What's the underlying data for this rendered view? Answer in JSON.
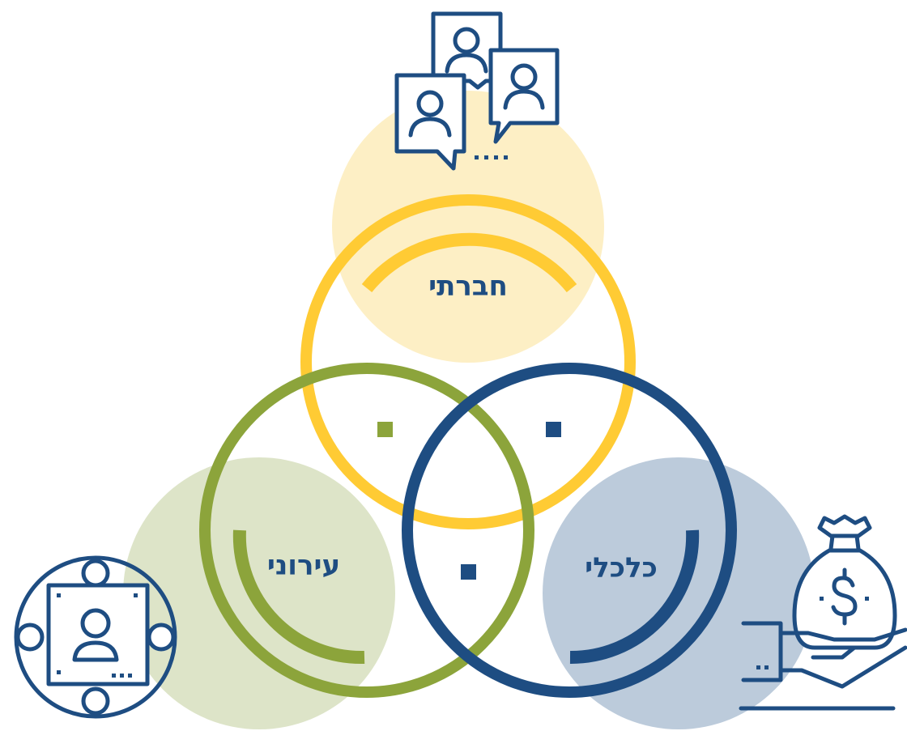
{
  "diagram": {
    "labels": {
      "social": "חברתי",
      "urban": "עירוני",
      "economic": "כלכלי"
    },
    "colors": {
      "social": "#FFCB34",
      "social_fill": "#FDEFC5",
      "urban": "#8CA43B",
      "urban_fill": "#DDE4C8",
      "economic": "#1E4D82",
      "economic_fill": "#BCCBDB",
      "icon": "#1E4D82"
    },
    "icons": {
      "social": "people-chat-icon",
      "urban": "community-people-icon",
      "economic": "money-bag-hand-icon"
    }
  }
}
